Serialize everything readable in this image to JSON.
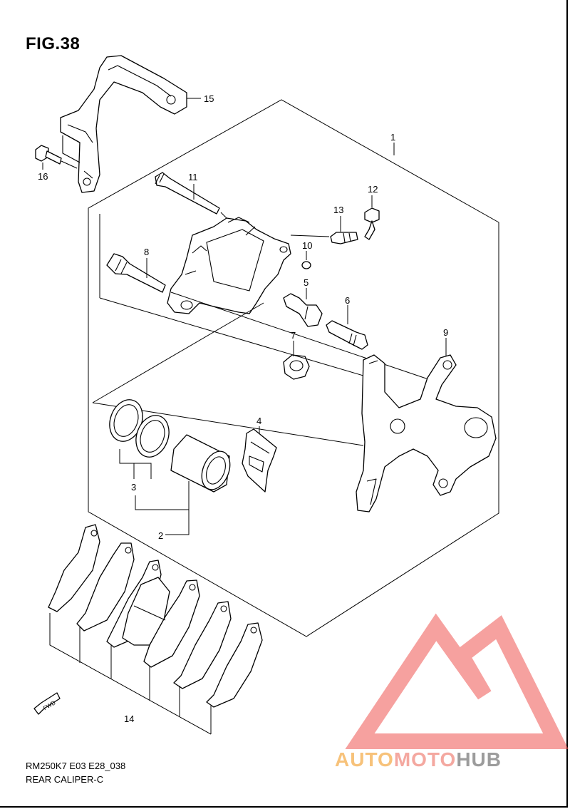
{
  "figure": {
    "title": "FIG.38"
  },
  "callouts": {
    "p1": "1",
    "p2": "2",
    "p3": "3",
    "p4": "4",
    "p5": "5",
    "p6": "6",
    "p7": "7",
    "p8": "8",
    "p9": "9",
    "p10": "10",
    "p11": "11",
    "p12": "12",
    "p13": "13",
    "p14": "14",
    "p15": "15",
    "p16": "16"
  },
  "direction_marker": "FWD",
  "footer": {
    "code": "RM250K7 E03 E28_038",
    "name": "REAR CALIPER-C"
  },
  "watermark": {
    "part1": "AUTO",
    "part2": "MOTO",
    "part3": "HUB"
  },
  "colors": {
    "watermark_red": "#ef5350",
    "watermark_orange": "#f7c27a",
    "watermark_gray": "#9c9c9c"
  }
}
